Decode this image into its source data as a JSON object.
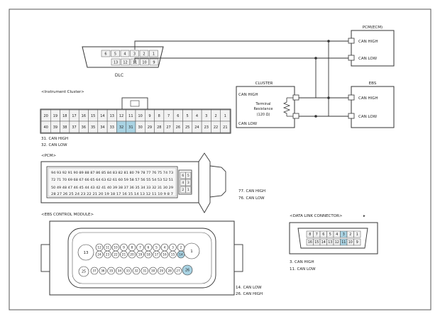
{
  "dlc": {
    "label": "DLC",
    "top_pins": [
      "6",
      "5",
      "4",
      "3",
      "2",
      "1"
    ],
    "bottom_pins": [
      "13",
      "12",
      "11",
      "10",
      "9"
    ]
  },
  "pcm_box": {
    "title": "PCM(ECM)",
    "can_high": "CAN HIGH",
    "can_low": "CAN LOW"
  },
  "cluster_box": {
    "title": "CLUSTER",
    "can_high": "CAN HIGH",
    "can_low": "CAN LOW",
    "term_line1": "Terminal",
    "term_line2": "Resistance",
    "term_line3": "(120 Ω)"
  },
  "ebs_box": {
    "title": "EBS",
    "can_high": "CAN HIGH",
    "can_low": "CAN LOW"
  },
  "instrument_cluster": {
    "title": "<Instrument Cluster>",
    "top_row": [
      "20",
      "19",
      "18",
      "17",
      "16",
      "15",
      "14",
      "13",
      "12",
      "11",
      "10",
      "9",
      "8",
      "7",
      "6",
      "5",
      "4",
      "3",
      "2",
      "1"
    ],
    "bottom_row": [
      "40",
      "39",
      "38",
      "37",
      "36",
      "35",
      "34",
      "33",
      "32",
      "31",
      "30",
      "29",
      "28",
      "27",
      "26",
      "25",
      "24",
      "23",
      "22",
      "21"
    ],
    "highlight": [
      "32",
      "31"
    ],
    "pin_notes": [
      "31.  CAN HIGH",
      "32.  CAN LOW"
    ]
  },
  "pcm_connector": {
    "title": "<PCM>",
    "row1": "94 93 92 91 90 89 88 87 86 85 84 83 82 81 80 79 78 77 76 75 74 73",
    "row2": "72 71 70 69 68 67 66 65 64 63 62 61 60 59 58 57 56 55 54 53 52 51",
    "row3": "50 49 48 47 46 45 44 43 42 41 40 39 38 37 36 35 34 33 32 31 30 29",
    "row4": "28 27 26 25 24 23 22 21 20 19 18 17 16 15 14 13 12 11 10 9 8 7",
    "side_pins": [
      "6",
      "5",
      "4",
      "3",
      "2",
      "1"
    ],
    "pin_notes": [
      "77.  CAN HIGH",
      "76.  CAN LOW"
    ]
  },
  "ebs_connector": {
    "title": "<EBS CONTROL MODULE>",
    "big_pins": [
      "13",
      "1",
      "25",
      "26"
    ],
    "row1": [
      "12",
      "11",
      "10",
      "9",
      "8",
      "7",
      "6",
      "5",
      "4",
      "3",
      "2"
    ],
    "row2": [
      "24",
      "23",
      "22",
      "21",
      "20",
      "19",
      "18",
      "17",
      "16",
      "15",
      "14"
    ],
    "row3": [
      "37",
      "36",
      "35",
      "34",
      "33",
      "32",
      "31",
      "30",
      "29",
      "28",
      "27"
    ],
    "highlight": [
      "14",
      "26"
    ],
    "pin_notes": [
      "14. CAN LOW",
      "26. CAN HIGH"
    ]
  },
  "data_link": {
    "title": "<DATA LINK CONNECTOR>",
    "marker": "▸",
    "top_pins": [
      "8",
      "7",
      "6",
      "5",
      "4",
      "3",
      "2",
      "1"
    ],
    "bottom_pins": [
      "16",
      "15",
      "14",
      "13",
      "12",
      "11",
      "10",
      "9"
    ],
    "highlight": [
      "3",
      "11"
    ],
    "pin_notes": [
      "3.   CAN HIGH",
      "11.   CAN LOW"
    ]
  },
  "colors": {
    "line": "#333333",
    "pin_fill": "#f2f2f2",
    "highlight": "#a9d3e3",
    "box_fill": "#ffffff"
  }
}
